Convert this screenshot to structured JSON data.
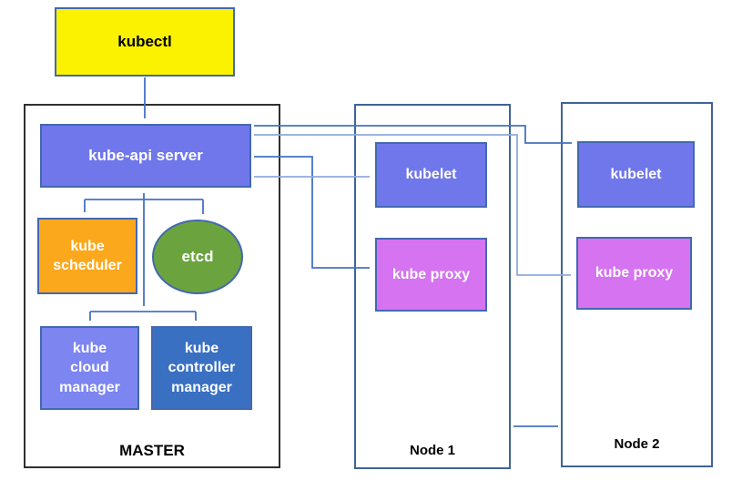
{
  "kubectl": {
    "label": "kubectl",
    "fill": "#faf200",
    "text_color": "#000000"
  },
  "master": {
    "label": "MASTER",
    "components": {
      "api_server": {
        "label": "kube-api server",
        "fill": "#7077ea"
      },
      "scheduler": {
        "label": "kube scheduler",
        "fill": "#fca81c"
      },
      "etcd": {
        "label": "etcd",
        "fill": "#6ba43f"
      },
      "cloud_manager": {
        "label": "kube cloud manager",
        "fill": "#7c85f0"
      },
      "controller_manager": {
        "label": "kube controller manager",
        "fill": "#3a70c2"
      }
    }
  },
  "node1": {
    "label": "Node 1",
    "components": {
      "kubelet": {
        "label": "kubelet",
        "fill": "#7077ea"
      },
      "kube_proxy": {
        "label": "kube proxy",
        "fill": "#d573f0"
      }
    }
  },
  "node2": {
    "label": "Node 2",
    "components": {
      "kubelet": {
        "label": "kubelet",
        "fill": "#7077ea"
      },
      "kube_proxy": {
        "label": "kube proxy",
        "fill": "#d573f0"
      }
    }
  },
  "connections": [
    {
      "from": "kubectl",
      "to": "kube-api server",
      "direction": "one-way"
    },
    {
      "from": "kube-api server",
      "to": "kube scheduler",
      "direction": "one-way"
    },
    {
      "from": "kube-api server",
      "to": "etcd",
      "direction": "one-way"
    },
    {
      "from": "kube-api server",
      "to": "kube cloud manager",
      "direction": "two-way"
    },
    {
      "from": "kube-api server",
      "to": "kube controller manager",
      "direction": "two-way"
    },
    {
      "from": "kube-api server",
      "to": "node1 kubelet",
      "direction": "two-way",
      "color": "light"
    },
    {
      "from": "kube-api server",
      "to": "node1 kube proxy",
      "direction": "two-way",
      "color": "dark"
    },
    {
      "from": "kube-api server",
      "to": "node2 kubelet",
      "direction": "two-way",
      "color": "dark"
    },
    {
      "from": "kube-api server",
      "to": "node2 kube proxy",
      "direction": "two-way",
      "color": "light"
    },
    {
      "from": "node1",
      "to": "node2",
      "direction": "two-way",
      "color": "dark"
    }
  ],
  "palette": {
    "connector_dark": "#4472c4",
    "connector_light": "#8faadc",
    "shape_border": "#4368b0",
    "master_border": "#2f2f2f",
    "node_border": "#3f6497"
  }
}
